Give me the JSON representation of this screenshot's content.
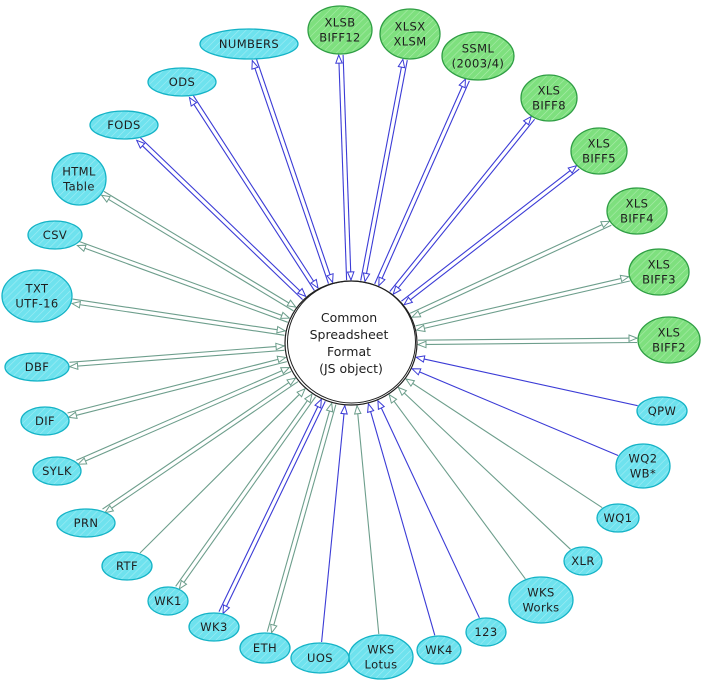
{
  "colors": {
    "cyan_fill": "#6ee2ee",
    "cyan_stroke": "#14b3c6",
    "green_fill": "#7ee07e",
    "green_stroke": "#2f9e44",
    "read_arrow": "#6d9e8c",
    "write_arrow": "#3b3bd6",
    "center_stroke": "#1e1e1e"
  },
  "center": {
    "lines": [
      "Common",
      "Spreadsheet",
      "Format",
      "(JS object)"
    ]
  },
  "nodes": [
    {
      "id": "numbers",
      "lines": [
        "NUMBERS"
      ],
      "theme": "cyan",
      "arrow": "write",
      "bidirectional": true
    },
    {
      "id": "xlsb",
      "lines": [
        "XLSB",
        "BIFF12"
      ],
      "theme": "green",
      "arrow": "write",
      "bidirectional": true
    },
    {
      "id": "xlsx",
      "lines": [
        "XLSX",
        "XLSM"
      ],
      "theme": "green",
      "arrow": "write",
      "bidirectional": true
    },
    {
      "id": "ssml",
      "lines": [
        "SSML",
        "(2003/4)"
      ],
      "theme": "green",
      "arrow": "write",
      "bidirectional": true
    },
    {
      "id": "biff8",
      "lines": [
        "XLS",
        "BIFF8"
      ],
      "theme": "green",
      "arrow": "write",
      "bidirectional": true
    },
    {
      "id": "biff5",
      "lines": [
        "XLS",
        "BIFF5"
      ],
      "theme": "green",
      "arrow": "write",
      "bidirectional": true
    },
    {
      "id": "biff4",
      "lines": [
        "XLS",
        "BIFF4"
      ],
      "theme": "green",
      "arrow": "read",
      "bidirectional": true
    },
    {
      "id": "biff3",
      "lines": [
        "XLS",
        "BIFF3"
      ],
      "theme": "green",
      "arrow": "read",
      "bidirectional": true
    },
    {
      "id": "biff2",
      "lines": [
        "XLS",
        "BIFF2"
      ],
      "theme": "green",
      "arrow": "read",
      "bidirectional": true
    },
    {
      "id": "qpw",
      "lines": [
        "QPW"
      ],
      "theme": "cyan",
      "arrow": "write",
      "bidirectional": false
    },
    {
      "id": "wq2",
      "lines": [
        "WQ2",
        "WB*"
      ],
      "theme": "cyan",
      "arrow": "write",
      "bidirectional": false
    },
    {
      "id": "wq1",
      "lines": [
        "WQ1"
      ],
      "theme": "cyan",
      "arrow": "read",
      "bidirectional": false
    },
    {
      "id": "xlr",
      "lines": [
        "XLR"
      ],
      "theme": "cyan",
      "arrow": "read",
      "bidirectional": false
    },
    {
      "id": "wks_works",
      "lines": [
        "WKS",
        "Works"
      ],
      "theme": "cyan",
      "arrow": "read",
      "bidirectional": false
    },
    {
      "id": "n123",
      "lines": [
        "123"
      ],
      "theme": "cyan",
      "arrow": "write",
      "bidirectional": false
    },
    {
      "id": "wk4",
      "lines": [
        "WK4"
      ],
      "theme": "cyan",
      "arrow": "write",
      "bidirectional": false
    },
    {
      "id": "wks_lotus",
      "lines": [
        "WKS",
        "Lotus"
      ],
      "theme": "cyan",
      "arrow": "read",
      "bidirectional": false
    },
    {
      "id": "uos",
      "lines": [
        "UOS"
      ],
      "theme": "cyan",
      "arrow": "write",
      "bidirectional": false
    },
    {
      "id": "eth",
      "lines": [
        "ETH"
      ],
      "theme": "cyan",
      "arrow": "read",
      "bidirectional": true
    },
    {
      "id": "wk3",
      "lines": [
        "WK3"
      ],
      "theme": "cyan",
      "arrow": "write",
      "bidirectional": true
    },
    {
      "id": "wk1",
      "lines": [
        "WK1"
      ],
      "theme": "cyan",
      "arrow": "read",
      "bidirectional": true
    },
    {
      "id": "rtf",
      "lines": [
        "RTF"
      ],
      "theme": "cyan",
      "arrow": "read",
      "bidirectional": false
    },
    {
      "id": "prn",
      "lines": [
        "PRN"
      ],
      "theme": "cyan",
      "arrow": "read",
      "bidirectional": true
    },
    {
      "id": "sylk",
      "lines": [
        "SYLK"
      ],
      "theme": "cyan",
      "arrow": "read",
      "bidirectional": true
    },
    {
      "id": "dif",
      "lines": [
        "DIF"
      ],
      "theme": "cyan",
      "arrow": "read",
      "bidirectional": true
    },
    {
      "id": "dbf",
      "lines": [
        "DBF"
      ],
      "theme": "cyan",
      "arrow": "read",
      "bidirectional": true
    },
    {
      "id": "txt",
      "lines": [
        "TXT",
        "UTF-16"
      ],
      "theme": "cyan",
      "arrow": "read",
      "bidirectional": true
    },
    {
      "id": "csv",
      "lines": [
        "CSV"
      ],
      "theme": "cyan",
      "arrow": "read",
      "bidirectional": true
    },
    {
      "id": "html",
      "lines": [
        "HTML",
        "Table"
      ],
      "theme": "cyan",
      "arrow": "read",
      "bidirectional": true
    },
    {
      "id": "fods",
      "lines": [
        "FODS"
      ],
      "theme": "cyan",
      "arrow": "write",
      "bidirectional": true
    },
    {
      "id": "ods",
      "lines": [
        "ODS"
      ],
      "theme": "cyan",
      "arrow": "write",
      "bidirectional": true
    }
  ]
}
